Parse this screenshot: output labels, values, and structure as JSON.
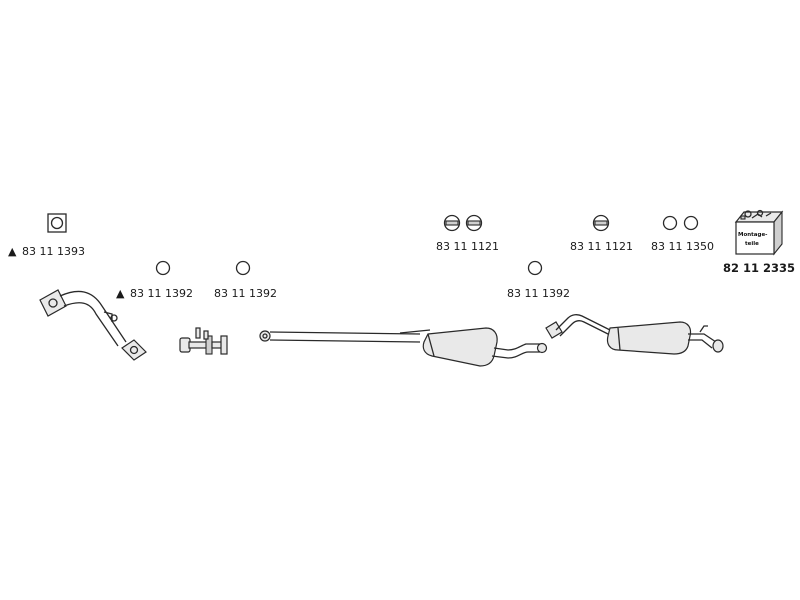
{
  "parts": {
    "clamp_square": "83 11 1393",
    "ring_left_1": "83 11 1392",
    "ring_left_2": "83 11 1392",
    "hanger_pair_center": "83 11 1121",
    "ring_center": "83 11 1392",
    "hanger_single_right": "83 11 1121",
    "rings_pair_right": "83 11 1350",
    "mounting_kit": "82 11 2335",
    "mounting_kit_label_1": "Montage-",
    "mounting_kit_label_2": "teile"
  },
  "markers": {
    "triangle": "▲"
  }
}
